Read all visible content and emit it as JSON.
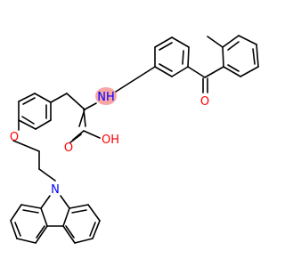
{
  "colors": {
    "background": "#ffffff",
    "bond": "#000000",
    "oxygen": "#ff0000",
    "nitrogen": "#0000ff",
    "nh_highlight": "#f7a6a6"
  },
  "atoms": {
    "o_ketone": "O",
    "nh": "NH",
    "oh": "OH",
    "o_carbonyl": "O",
    "o_ether": "O",
    "n_carbazole": "N"
  }
}
